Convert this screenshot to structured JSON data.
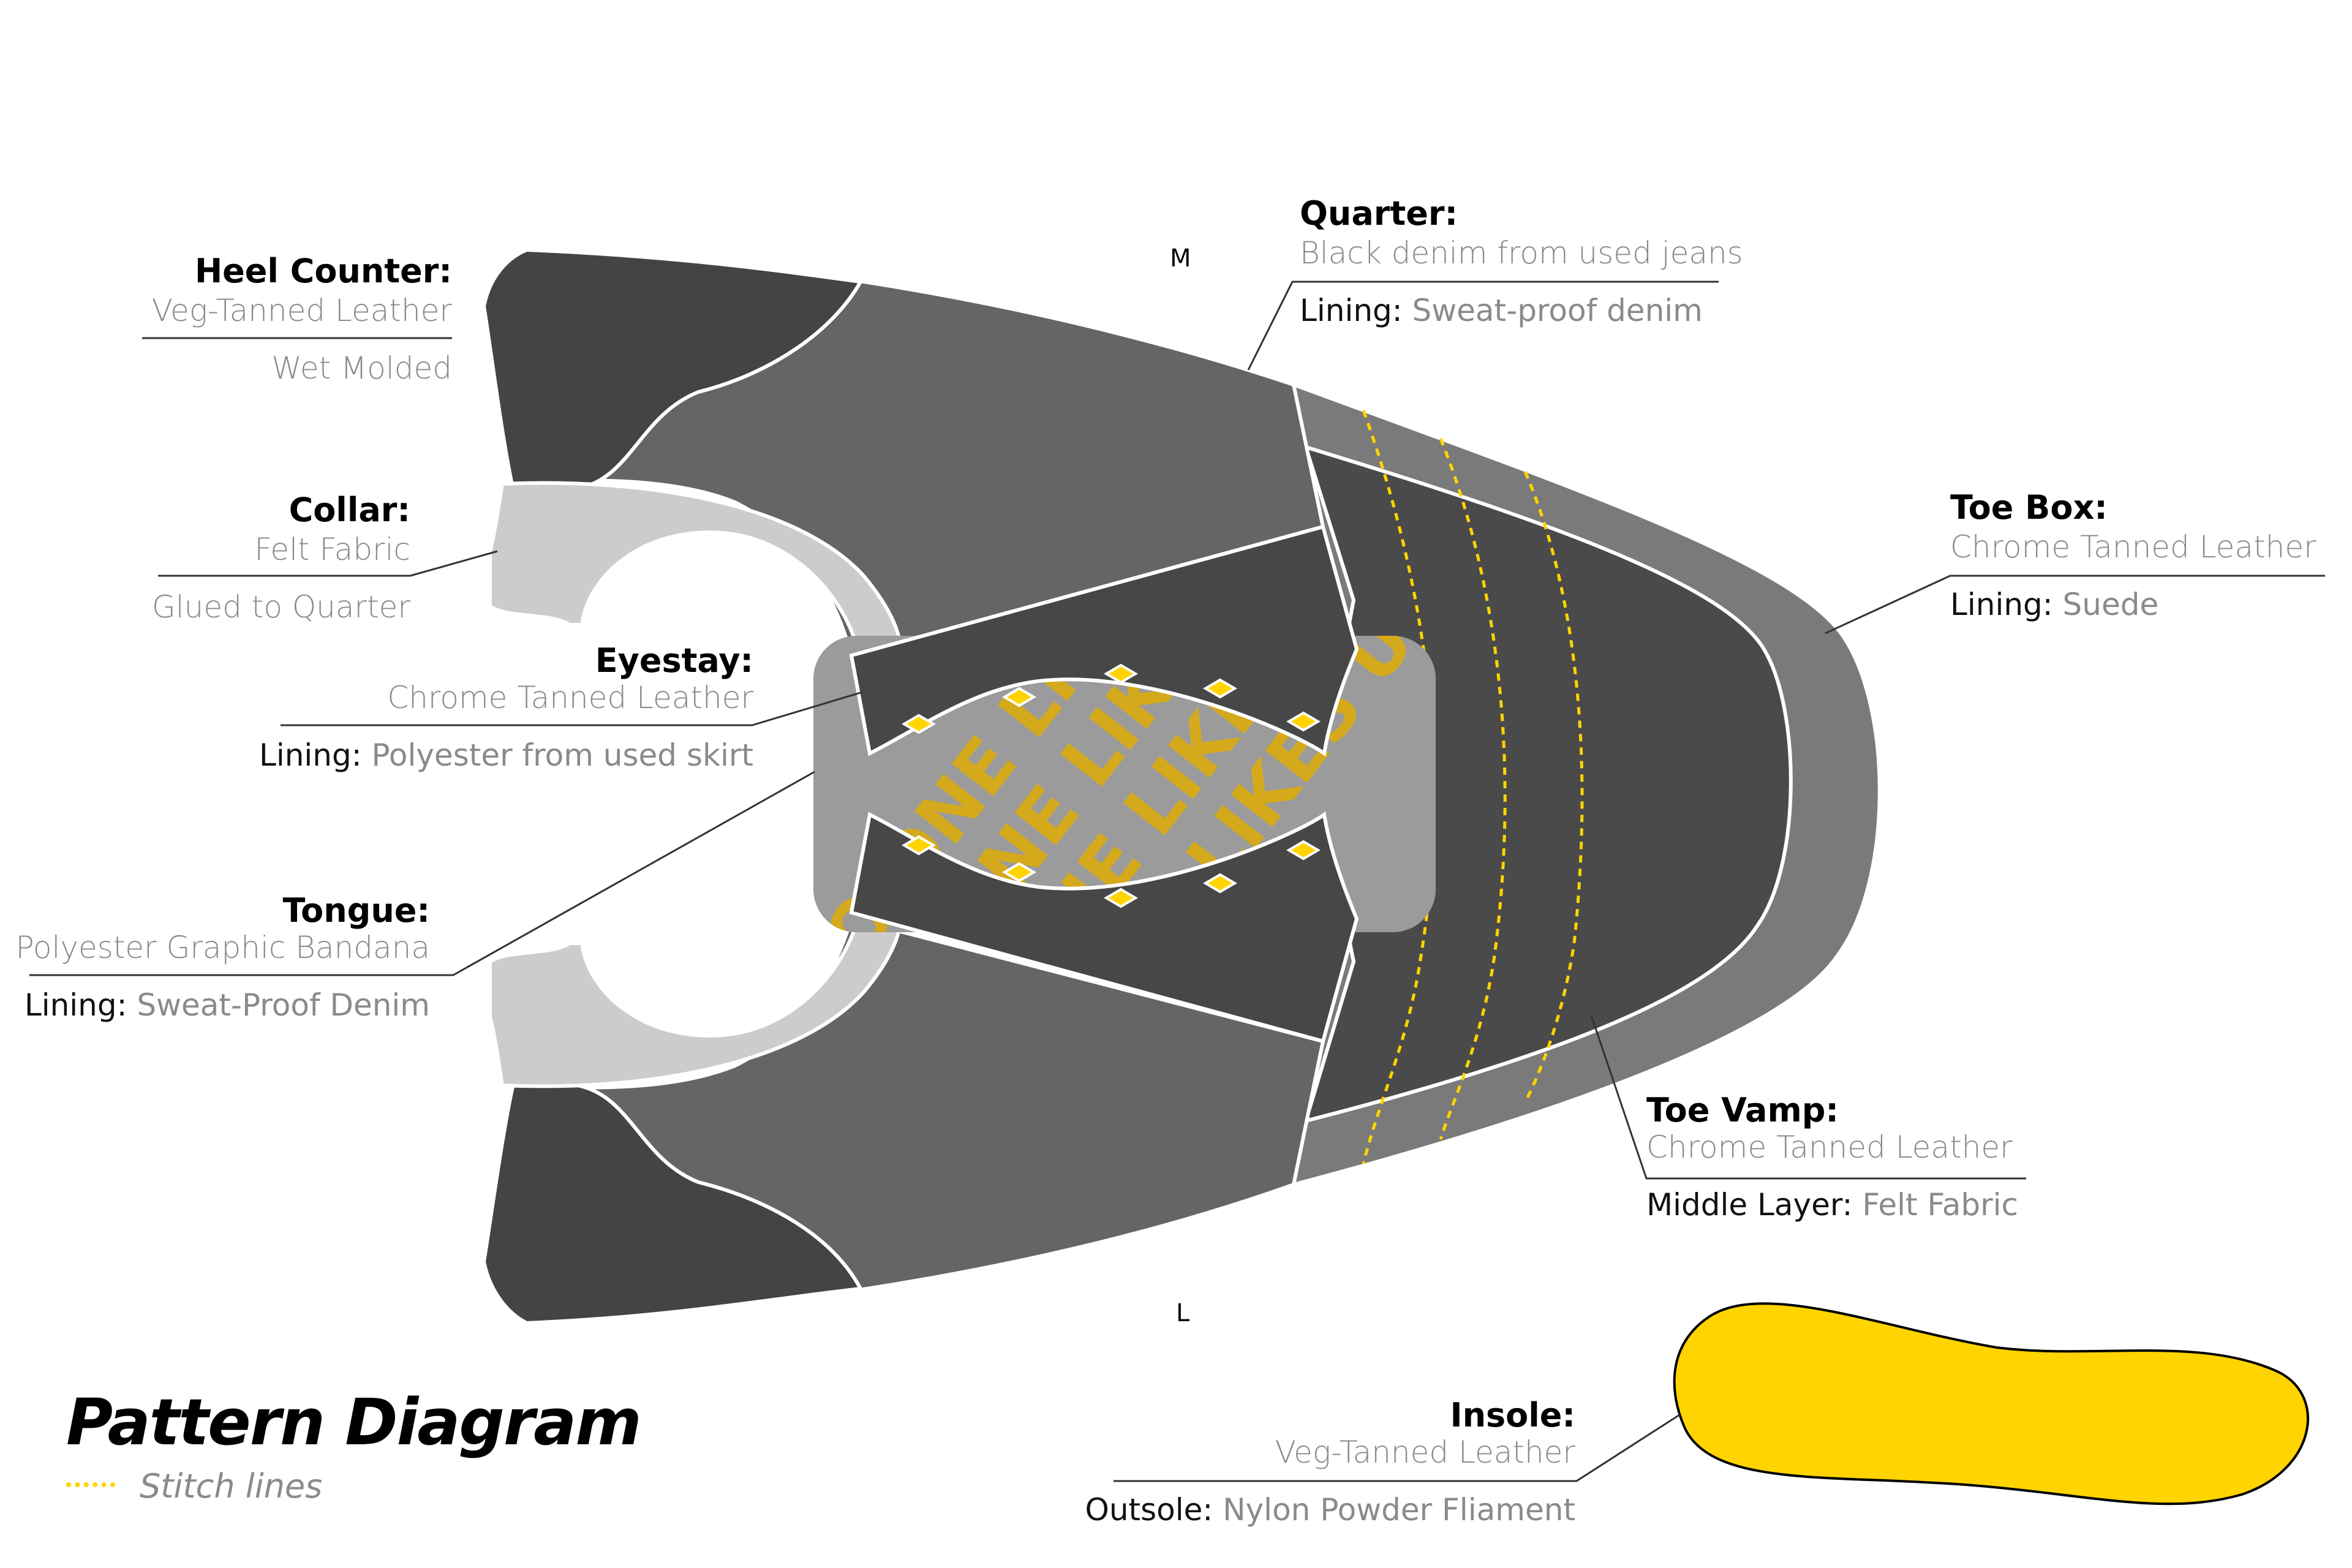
{
  "orientation": {
    "medial": "M",
    "lateral": "L"
  },
  "parts": {
    "heel_counter": {
      "title": "Heel Counter:",
      "material": "Veg-Tanned Leather",
      "note": "Wet Molded"
    },
    "collar": {
      "title": "Collar:",
      "material": "Felt Fabric",
      "note": "Glued to Quarter"
    },
    "eyestay": {
      "title": "Eyestay:",
      "material": "Chrome Tanned Leather",
      "lining_key": "Lining:",
      "lining": "Polyester from used skirt"
    },
    "tongue": {
      "title": "Tongue:",
      "material": "Polyester Graphic Bandana",
      "lining_key": "Lining:",
      "lining": "Sweat-Proof Denim"
    },
    "quarter": {
      "title": "Quarter:",
      "material": "Black denim from used jeans",
      "lining_key": "Lining:",
      "lining": "Sweat-proof denim"
    },
    "toe_box": {
      "title": "Toe Box:",
      "material": "Chrome Tanned Leather",
      "lining_key": "Lining:",
      "lining": "Suede"
    },
    "toe_vamp": {
      "title": "Toe Vamp:",
      "material": "Chrome Tanned Leather",
      "layer_key": "Middle Layer:",
      "layer": "Felt Fabric"
    },
    "insole": {
      "title": "Insole:",
      "material": "Veg-Tanned Leather",
      "outsole_key": "Outsole:",
      "outsole": "Nylon Powder Fliament"
    }
  },
  "tongue_graphic": {
    "text": "NO ONE LIKES US."
  },
  "heading": {
    "title": "Pattern Diagram"
  },
  "legend": {
    "stitch": "Stitch lines"
  },
  "colors": {
    "quarter": "#656565",
    "heel_counter": "#444444",
    "collar": "#cccccc",
    "eyestay": "#474747",
    "toe_box": "#7a7a7a",
    "toe_vamp": "#4a4a4a",
    "tongue_base": "#9b9b9b",
    "accent": "#ffd400"
  }
}
